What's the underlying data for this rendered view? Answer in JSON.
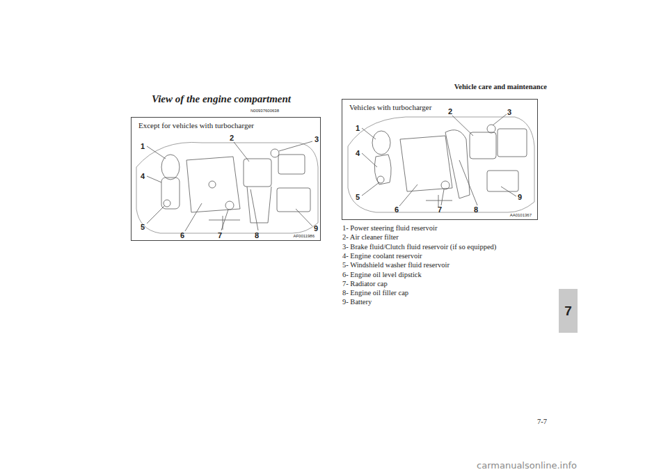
{
  "diagram": {
    "title": "View of the engine compartment",
    "nodes": [
      {
        "text": [
          "Except for vehicles with turbocharger",
          "AF0011986"
        ]
      },
      {
        "text": [
          "Vehicles with turbocharger",
          "AA0101367"
        ]
      },
      {
        "text": [
          "7"
        ]
      }
    ],
    "labels": [
      "Vehicle care and maintenance",
      "N00937600638",
      "1",
      "2",
      "3",
      "4",
      "5",
      "6",
      "7",
      "8",
      "9",
      "1",
      "2",
      "3",
      "4",
      "5",
      "6",
      "7",
      "8",
      "9",
      "1- Power steering fluid reservoir",
      "2- Air cleaner filter",
      "3- Brake fluid/Clutch fluid reservoir (if so equipped)",
      "4- Engine coolant reservoir",
      "5- Windshield washer fluid reservoir",
      "6- Engine oil level dipstick",
      "7- Radiator cap",
      "8- Engine oil filler cap",
      "9- Battery",
      "7-7",
      "carmanualsonline.info"
    ]
  }
}
